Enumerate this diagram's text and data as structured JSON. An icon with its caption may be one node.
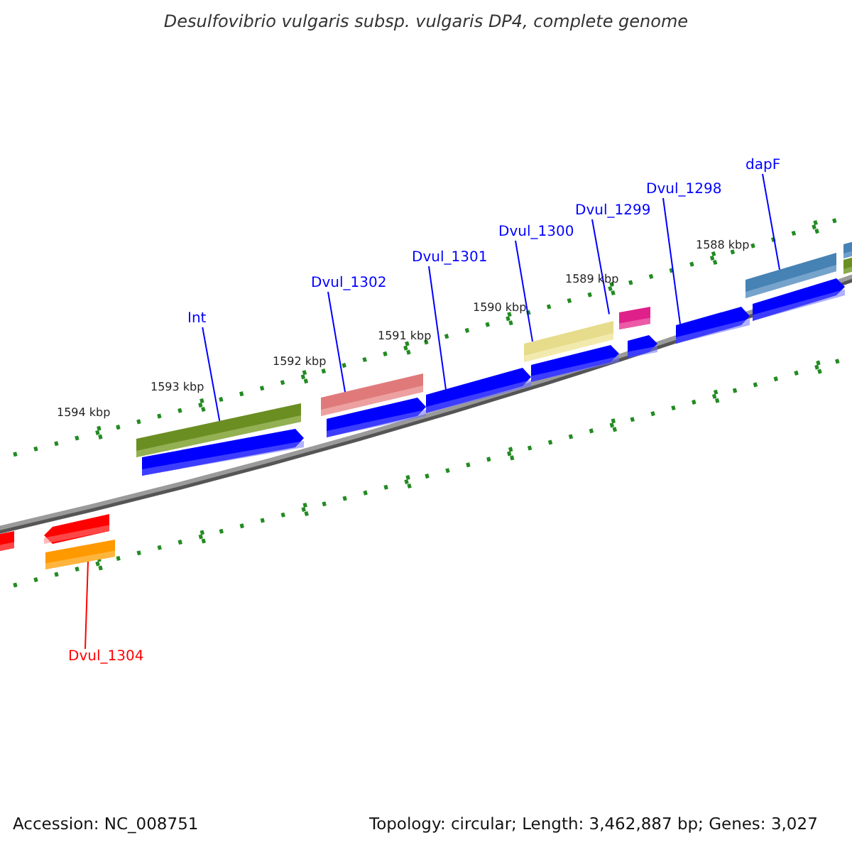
{
  "diagram": {
    "title": "Desulfovibrio vulgaris subsp. vulgaris DP4, complete genome",
    "nodes": [
      {
        "text": [
          "Int"
        ]
      },
      {
        "text": [
          "Dvul_1302"
        ]
      },
      {
        "text": [
          "Dvul_1301"
        ]
      },
      {
        "text": [
          "Dvul_1300"
        ]
      },
      {
        "text": [
          "Dvul_1299"
        ]
      },
      {
        "text": [
          "Dvul_1298"
        ]
      },
      {
        "text": [
          "dapF"
        ]
      },
      {
        "text": [
          "Dvul_1304"
        ]
      },
      {
        "text": [],
        "shape": "bar"
      },
      {
        "text": [],
        "shape": "bar"
      },
      {
        "text": [],
        "shape": "arrow"
      },
      {
        "text": [],
        "shape": "bar"
      },
      {
        "text": [],
        "shape": "bar"
      },
      {
        "text": [],
        "shape": "arrow"
      },
      {
        "text": [],
        "shape": "bar"
      },
      {
        "text": [],
        "shape": "bar"
      },
      {
        "text": [],
        "shape": "bar"
      },
      {
        "text": [],
        "shape": "arrow"
      },
      {
        "text": [],
        "shape": "arrow"
      },
      {
        "text": [],
        "shape": "arrow"
      },
      {
        "text": [],
        "shape": "arrow"
      },
      {
        "text": [],
        "shape": "arrow"
      },
      {
        "text": [],
        "shape": "arrow"
      },
      {
        "text": [],
        "shape": "bar"
      },
      {
        "text": [],
        "shape": "bar"
      }
    ],
    "edges": [
      {
        "from": 0,
        "to": 8,
        "arrow": "none"
      },
      {
        "from": 1,
        "to": 9,
        "arrow": "none"
      },
      {
        "from": 2,
        "to": 10,
        "arrow": "none"
      },
      {
        "from": 3,
        "to": 11,
        "arrow": "none"
      },
      {
        "from": 4,
        "to": 12,
        "arrow": "none"
      },
      {
        "from": 5,
        "to": 13,
        "arrow": "none"
      },
      {
        "from": 6,
        "to": 14,
        "arrow": "none"
      },
      {
        "from": 7,
        "to": 15,
        "arrow": "none",
        "color": "#ff0000"
      }
    ],
    "labels": [
      "1594 kbp",
      "1593 kbp",
      "1592 kbp",
      "1591 kbp",
      "1590 kbp",
      "1589 kbp",
      "1588 kbp",
      "Accession: NC_008751",
      "Topology: circular; Length: 3,462,887 bp; Genes: 3,027"
    ]
  }
}
